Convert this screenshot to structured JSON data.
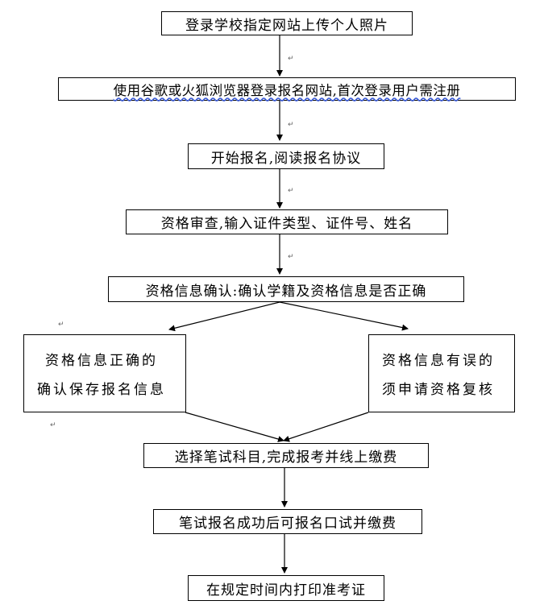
{
  "steps": {
    "s1": "登录学校指定网站上传个人照片",
    "s2": "使用谷歌或火狐浏览器登录报名网站,首次登录用户需注册",
    "s3": "开始报名,阅读报名协议",
    "s4": "资格审查,输入证件类型、证件号、姓名",
    "s5": "资格信息确认:确认学籍及资格信息是否正确",
    "s6a_line1": "资格信息正确的",
    "s6a_line2": "确认保存报名信息",
    "s6b_line1": "资格信息有误的",
    "s6b_line2": "须申请资格复核",
    "s7": "选择笔试科目,完成报考并线上缴费",
    "s8": "笔试报名成功后可报名口试并缴费",
    "s9": "在规定时间内打印准考证"
  },
  "marks": {
    "paragraph_mark": "↵"
  }
}
